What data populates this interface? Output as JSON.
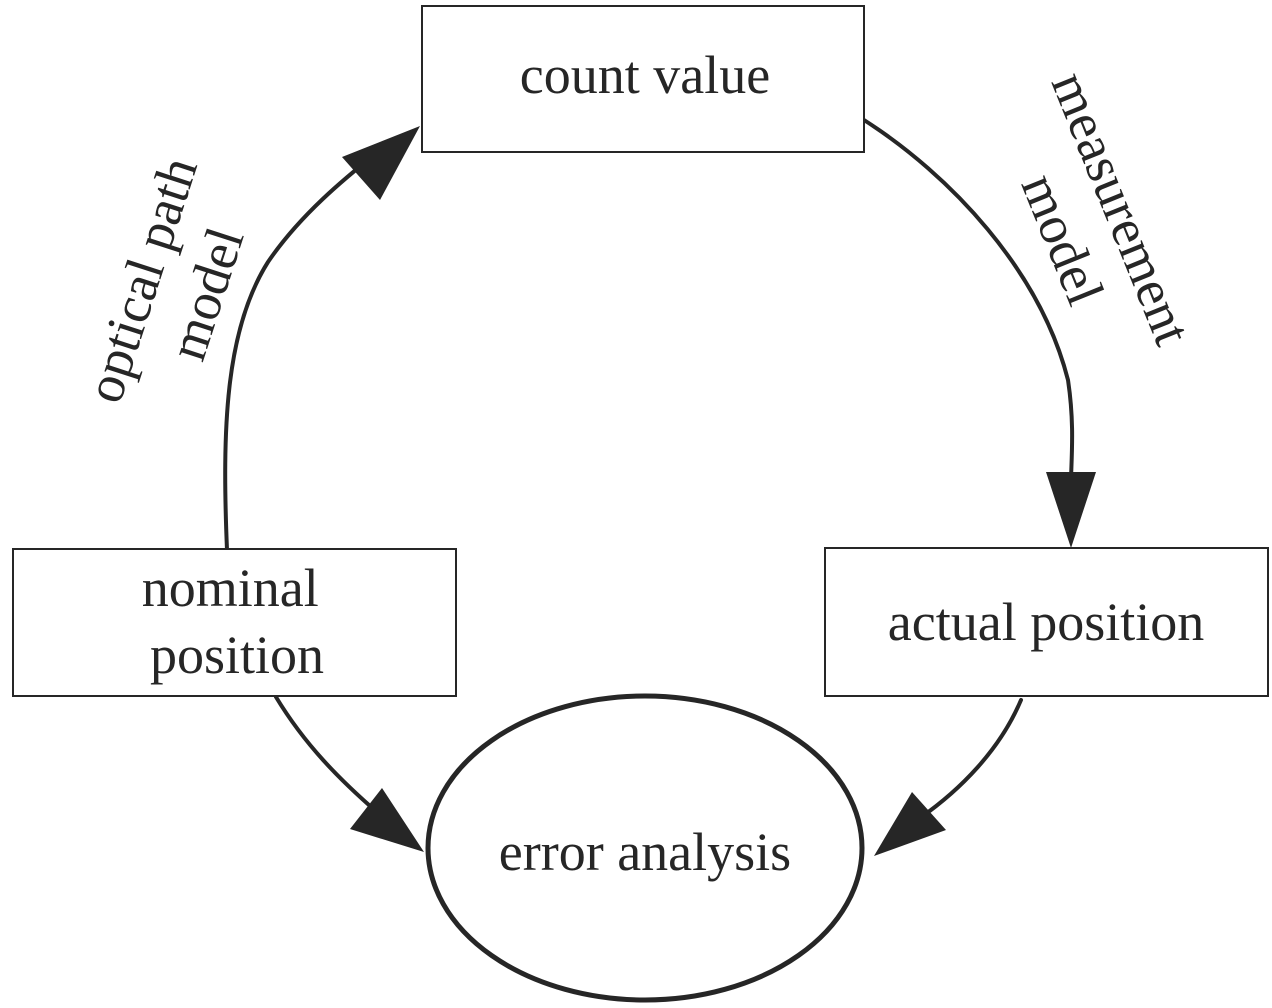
{
  "nodes": {
    "count_value": {
      "label": "count value"
    },
    "nominal_position": {
      "lines": [
        "nominal",
        "position"
      ]
    },
    "actual_position": {
      "label": "actual position"
    },
    "error_analysis": {
      "label": "error analysis"
    }
  },
  "edges": {
    "optical_path_model": {
      "lines": [
        "optical path",
        "model"
      ]
    },
    "measurement_model": {
      "lines": [
        "measurement",
        "model"
      ]
    }
  }
}
